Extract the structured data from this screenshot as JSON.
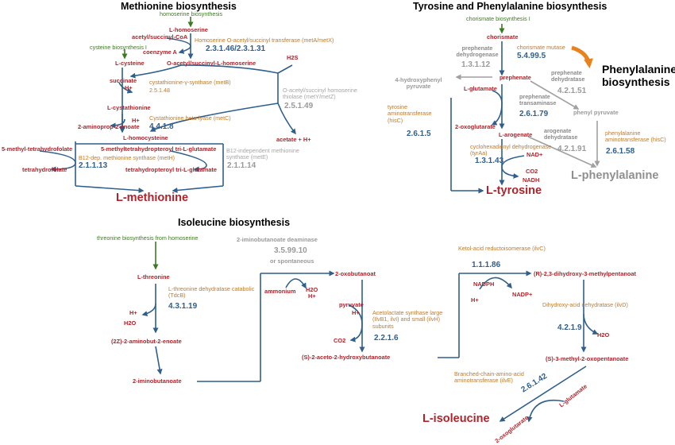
{
  "colors": {
    "pathway": "#2f5f8c",
    "metabolite": "#b0232a",
    "enzyme": "#c07a2c",
    "inactive": "#9a9a9a",
    "upstream": "#3d7a22",
    "highlight": "#e8821e"
  },
  "methionine": {
    "title": "Methionine biosynthesis",
    "homoserine_bio": "homoserine biosynthesis",
    "l_homoserine": "L-homoserine",
    "acyl_coa": "acetyl/succinyl-CoA",
    "coenzyme_a": "coenzyme A",
    "enz_metAX": "Homoserine O-acetyl/succinyl transferase (metA/metX)",
    "ec_metAX": "2.3.1.46/2.3.1.31",
    "cysteine_bio": "cysteine biosynthesis I",
    "l_cysteine": "L-cysteine",
    "o_acyl_homoserine": "O-acetyl/succinyl-L-homoserine",
    "h2s": "H2S",
    "succinate": "succinate",
    "h_plus": "H+",
    "enz_metB": "cystathionine-γ-synthase (metB)",
    "ec_metB": "2.5.1.48",
    "enz_metYZ": "O-acetyl/succinyl homoserine thiolase (metY/metZ)",
    "ec_metYZ": "2.5.1.49",
    "l_cystathionine": "L-cystathionine",
    "h_plus2": "H+",
    "enz_metC": "Cystathionine beta-lyase (metC)",
    "aminoprop": "2-aminoprop-2-enoate",
    "ec_metC": "4.4.1.8",
    "acetate": "acetate + H+",
    "l_homocysteine": "L-homocysteine",
    "mthf": "5-methyl-tetrahydrofolate",
    "mthpt": "5-methyltetrahydropteroyl tri-L-glutamate",
    "enz_metH": "B12-dep. methionine synthase (metH)",
    "ec_metH": "2.1.1.13",
    "enz_metE": "B12-independent methionine synthase (metE)",
    "ec_metE": "2.1.1.14",
    "thf": "tetrahydrofolate",
    "thpt": "tetrahydropteroyl tri-L-glutamate",
    "l_methionine": "L-methionine"
  },
  "aromatic": {
    "title": "Tyrosine and Phenylalanine biosynthesis",
    "chorismate_bio": "chorismate biosynthesis I",
    "chorismate": "chorismate",
    "enz_mutase": "chorismate mutase",
    "ec_mutase": "5.4.99.5",
    "phe_bio_title": "Phenylalanine biosynthesis",
    "enz_prephenate_dh": "prephenate dehydrogenase",
    "ec_prephenate_dh": "1.3.1.12",
    "prephenate": "prephenate",
    "enz_prephenate_dt": "prephenate dehydratase",
    "ec_prephenate_dt": "4.2.1.51",
    "hpp": "4-hydroxyphenyl pyruvate",
    "l_glutamate": "L-glutamate",
    "enz_transaminase": "prephenate transaminase",
    "ec_transaminase": "2.6.1.79",
    "phenyl_pyruvate": "phenyl pyruvate",
    "enz_hisC_tyr": "tyrosine aminotransferase (hisC)",
    "ec_hisC_tyr": "2.6.1.5",
    "oxoglutarate": "2-oxoglutarate",
    "l_arogenate": "L-arogenate",
    "enz_arogenate_dt": "arogenate dehydratase",
    "ec_arogenate_dt": "4.2.1.91",
    "enz_hisC_phe": "phenylalanine aminotransferase (hisC)",
    "ec_hisC_phe": "2.6.1.58",
    "enz_tyrAa": "cyclohexadienyl dehydrogenase (tyrAa)",
    "nad_plus": "NAD+",
    "ec_tyrAa": "1.3.1.43",
    "co2": "CO2",
    "nadh": "NADH",
    "l_phenylalanine": "L-phenylalanine",
    "l_tyrosine": "L-tyrosine"
  },
  "isoleucine": {
    "title": "Isoleucine biosynthesis",
    "threonine_bio": "threonine biosynthesis from homoserine",
    "l_threonine": "L-threonine",
    "enz_tdcB": "L-threonine dehydratase catabolic (TdcB)",
    "ec_tdcB": "4.3.1.19",
    "h_plus": "H+",
    "h2o": "H2O",
    "aminobutenoate": "(2Z)-2-aminobut-2-enoate",
    "iminobutanoate": "2-iminobutanoate",
    "enz_deaminase": "2-iminobutanoate deaminase",
    "ec_deaminase": "3.5.99.10",
    "or_spont": "or spontaneous",
    "ammonium": "ammonium",
    "h2o_2": "H2O",
    "h_plus_2": "H+",
    "oxobutanoate": "2-oxobutanoat",
    "pyruvate": "pyruvate",
    "h_plus_3": "H+",
    "enz_ilvB": "Acetolactate synthase large (IlvB1, ilvI) and small (ilvH) subunits",
    "ec_ilvB": "2.2.1.6",
    "co2": "CO2",
    "acetohydroxy": "(S)-2-aceto-2-hydroxybutanoate",
    "enz_ilvC": "Ketol-acid reductoisomerase (ilvC)",
    "ec_ilvC": "1.1.1.86",
    "nadph": "NADPH",
    "h_plus_4": "H+",
    "nadp": "NADP+",
    "dihydroxy": "(R)-2,3-dihydroxy-3-methylpentanoat",
    "enz_ilvD": "Dihydroxy-acid dehydratase (ilvD)",
    "ec_ilvD": "4.2.1.9",
    "h2o_3": "H2O",
    "oxopentanoate": "(S)-3-methyl-2-oxopentanoate",
    "enz_ilvE": "Branched-chain-amino-acid aminotransferase (ilvE)",
    "ec_ilvE": "2.6.1.42",
    "l_glutamate": "L-glutamate",
    "l_isoleucine": "L-isoleucine",
    "oxoglutarate": "2-oxoglutarate"
  }
}
